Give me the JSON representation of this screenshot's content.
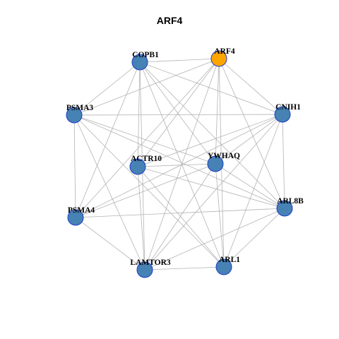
{
  "graph": {
    "title": "ARF4",
    "colors": {
      "node_default": "#4682b4",
      "node_highlight": "#ffa500",
      "node_border": "#1e3cc8",
      "edge": "#b3b3b3"
    },
    "nodes": [
      {
        "id": "ARF4",
        "label": "ARF4",
        "highlight": true
      },
      {
        "id": "COPB1",
        "label": "COPB1",
        "highlight": false
      },
      {
        "id": "PSMA3",
        "label": "PSMA3",
        "highlight": false
      },
      {
        "id": "CNIH1",
        "label": "CNIH1",
        "highlight": false
      },
      {
        "id": "ACTR10",
        "label": "ACTR10",
        "highlight": false
      },
      {
        "id": "YWHAQ",
        "label": "YWHAQ",
        "highlight": false
      },
      {
        "id": "PSMA4",
        "label": "PSMA4",
        "highlight": false
      },
      {
        "id": "ARL8B",
        "label": "ARL8B",
        "highlight": false
      },
      {
        "id": "LAMTOR3",
        "label": "LAMTOR3",
        "highlight": false
      },
      {
        "id": "ARL1",
        "label": "ARL1",
        "highlight": false
      }
    ],
    "edges": [
      [
        "COPB1",
        "ARF4"
      ],
      [
        "COPB1",
        "PSMA3"
      ],
      [
        "COPB1",
        "CNIH1"
      ],
      [
        "COPB1",
        "ACTR10"
      ],
      [
        "COPB1",
        "YWHAQ"
      ],
      [
        "COPB1",
        "PSMA4"
      ],
      [
        "COPB1",
        "ARL8B"
      ],
      [
        "COPB1",
        "LAMTOR3"
      ],
      [
        "COPB1",
        "ARL1"
      ],
      [
        "ARF4",
        "PSMA3"
      ],
      [
        "ARF4",
        "CNIH1"
      ],
      [
        "ARF4",
        "ACTR10"
      ],
      [
        "ARF4",
        "YWHAQ"
      ],
      [
        "ARF4",
        "PSMA4"
      ],
      [
        "ARF4",
        "ARL8B"
      ],
      [
        "ARF4",
        "LAMTOR3"
      ],
      [
        "ARF4",
        "ARL1"
      ],
      [
        "PSMA3",
        "CNIH1"
      ],
      [
        "PSMA3",
        "YWHAQ"
      ],
      [
        "PSMA3",
        "PSMA4"
      ],
      [
        "PSMA3",
        "ARL8B"
      ],
      [
        "PSMA3",
        "LAMTOR3"
      ],
      [
        "PSMA3",
        "ARL1"
      ],
      [
        "CNIH1",
        "ACTR10"
      ],
      [
        "CNIH1",
        "YWHAQ"
      ],
      [
        "CNIH1",
        "PSMA4"
      ],
      [
        "CNIH1",
        "ARL8B"
      ],
      [
        "CNIH1",
        "LAMTOR3"
      ],
      [
        "CNIH1",
        "ARL1"
      ],
      [
        "ACTR10",
        "YWHAQ"
      ],
      [
        "ACTR10",
        "ARL8B"
      ],
      [
        "ACTR10",
        "LAMTOR3"
      ],
      [
        "ACTR10",
        "ARL1"
      ],
      [
        "YWHAQ",
        "PSMA4"
      ],
      [
        "YWHAQ",
        "ARL8B"
      ],
      [
        "YWHAQ",
        "LAMTOR3"
      ],
      [
        "YWHAQ",
        "ARL1"
      ],
      [
        "PSMA4",
        "ARL8B"
      ],
      [
        "PSMA4",
        "LAMTOR3"
      ],
      [
        "ARL8B",
        "LAMTOR3"
      ],
      [
        "ARL8B",
        "ARL1"
      ],
      [
        "LAMTOR3",
        "ARL1"
      ]
    ]
  }
}
